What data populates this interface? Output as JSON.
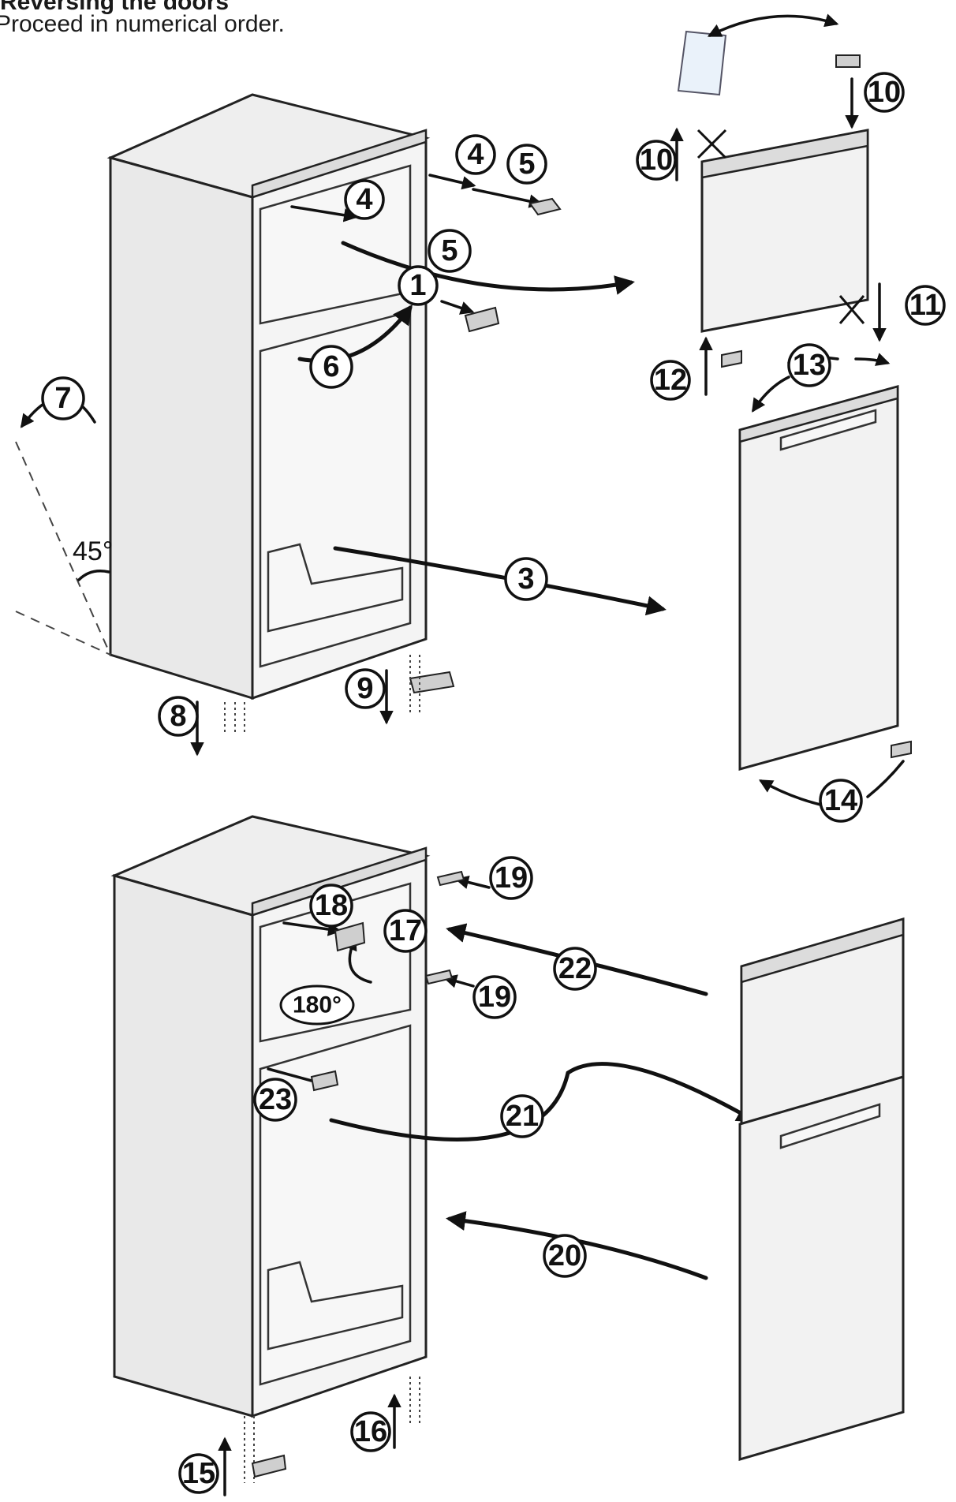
{
  "header": {
    "title": "Reversing the doors",
    "instruction": "Proceed in numerical order."
  },
  "steps": {
    "s1": "1",
    "s3": "3",
    "s4a": "4",
    "s4b": "4",
    "s5a": "5",
    "s5b": "5",
    "s6": "6",
    "s7": "7",
    "s8": "8",
    "s9": "9",
    "s10a": "10",
    "s10b": "10",
    "s11": "11",
    "s12": "12",
    "s13": "13",
    "s14": "14",
    "s15": "15",
    "s16": "16",
    "s17": "17",
    "s18": "18",
    "s19a": "19",
    "s19b": "19",
    "s20": "20",
    "s21": "21",
    "s22": "22",
    "s23": "23"
  },
  "labels": {
    "angle": "45°",
    "rotation": "180°"
  }
}
